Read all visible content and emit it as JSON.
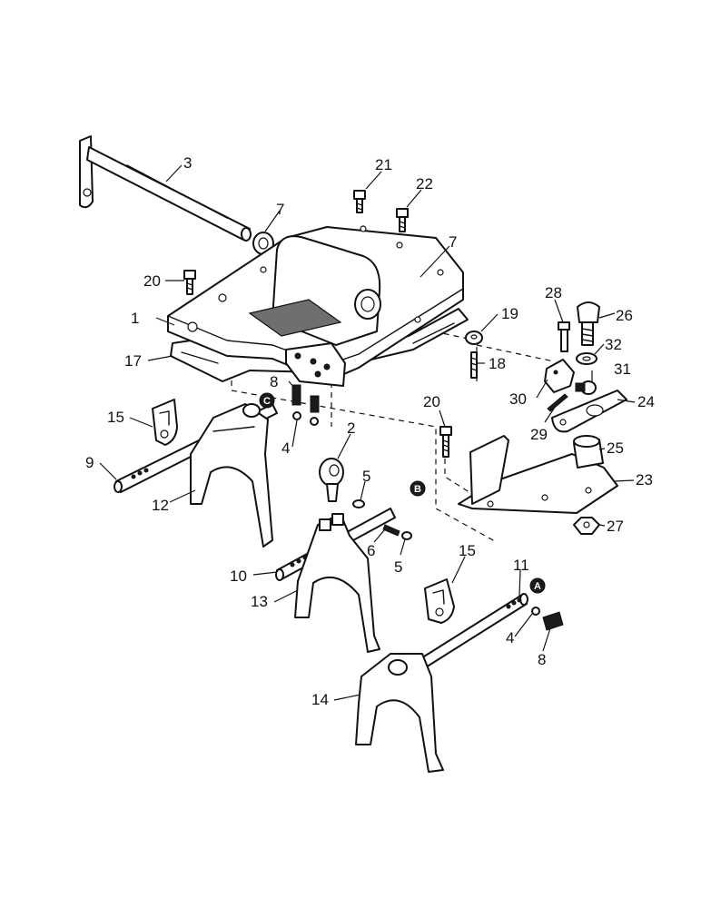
{
  "labels": {
    "l1": "1",
    "l2": "2",
    "l3": "3",
    "l4a": "4",
    "l4b": "4",
    "l5a": "5",
    "l5b": "5",
    "l6": "6",
    "l7a": "7",
    "l7b": "7",
    "l8a": "8",
    "l8b": "8",
    "l9": "9",
    "l10": "10",
    "l11": "11",
    "l12": "12",
    "l13": "13",
    "l14": "14",
    "l15a": "15",
    "l15b": "15",
    "l17": "17",
    "l18": "18",
    "l19": "19",
    "l20a": "20",
    "l20b": "20",
    "l21": "21",
    "l22": "22",
    "l23": "23",
    "l24": "24",
    "l25": "25",
    "l26": "26",
    "l27": "27",
    "l28": "28",
    "l29": "29",
    "l30": "30",
    "l31": "31",
    "l32": "32"
  },
  "markers": {
    "a": "A",
    "b": "B",
    "c": "C"
  }
}
